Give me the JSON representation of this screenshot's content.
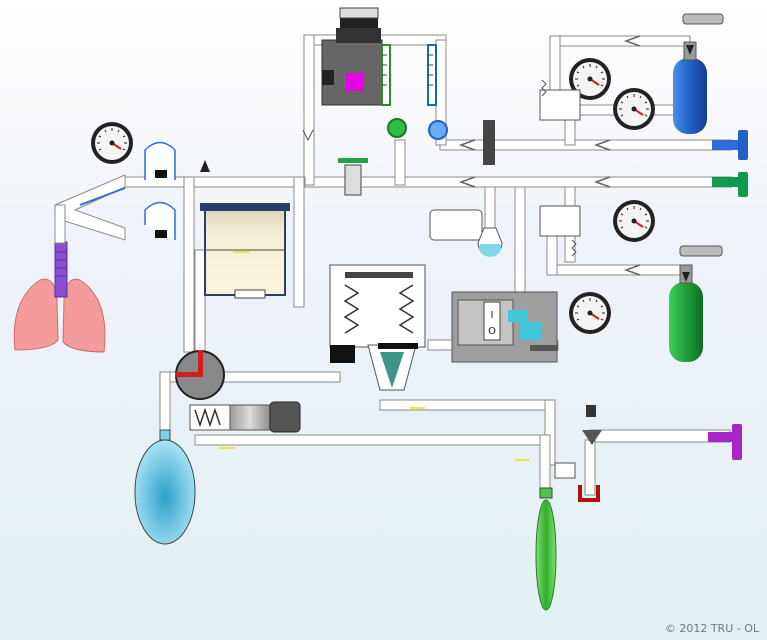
{
  "copyright": "© 2012 TRU - OL",
  "colors": {
    "oxygen": "#2f6bd8",
    "air": "#0f9a4f",
    "nitrous_oxide": "#a826c8",
    "soda_lime": "#f6efcf",
    "reservoir_bag": "#7fd0ea",
    "ventilator_bag": "#4cc447",
    "lungs": "#f59b9b",
    "pipe": "#ffffff",
    "gauge": "#333333"
  },
  "icons": {
    "gauge": "pressure-gauge-icon",
    "cylinder": "gas-cylinder-icon",
    "flowmeter": "flowmeter-icon",
    "vaporizer": "vaporizer-icon"
  },
  "vaporizer": {
    "indicator_top": "I",
    "indicator_bottom": "O"
  }
}
